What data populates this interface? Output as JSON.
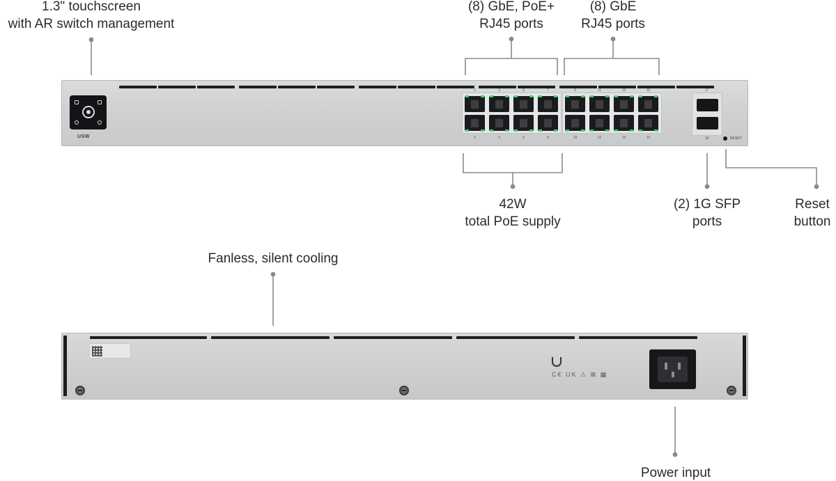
{
  "callouts": {
    "touchscreen": [
      "1.3\" touchscreen",
      "with AR switch management"
    ],
    "poe_ports": [
      "(8) GbE, PoE+",
      "RJ45 ports"
    ],
    "gbe_ports": [
      "(8) GbE",
      "RJ45 ports"
    ],
    "poe_supply": [
      "42W",
      "total PoE supply"
    ],
    "sfp_ports": [
      "(2) 1G SFP",
      "ports"
    ],
    "reset": [
      "Reset",
      "button"
    ],
    "cooling": [
      "Fanless, silent cooling"
    ],
    "power": [
      "Power input"
    ]
  },
  "front": {
    "model_badge": "USW",
    "reset_label": "RESET",
    "port_numbers_top": [
      "1",
      "3",
      "5",
      "7",
      "9",
      "11",
      "13",
      "15"
    ],
    "port_numbers_bottom": [
      "2",
      "4",
      "6",
      "8",
      "10",
      "12",
      "14",
      "16"
    ],
    "sfp_numbers": [
      "17",
      "18"
    ],
    "icon_names": [
      "touchscreen-icon",
      "rj45-port-icon",
      "sfp-port-icon",
      "reset-button-icon"
    ]
  },
  "rear": {
    "cert_marks": "C€ UK ⚠ ⊠ ▦",
    "icon_names": [
      "qr-code-icon",
      "ubiquiti-logo-icon",
      "power-inlet-icon",
      "screw-icon"
    ]
  },
  "colors": {
    "chassis": "#cfd1d3",
    "port": "#1a1b1d",
    "led": "#3bd46a",
    "leader_line": "#888888"
  }
}
